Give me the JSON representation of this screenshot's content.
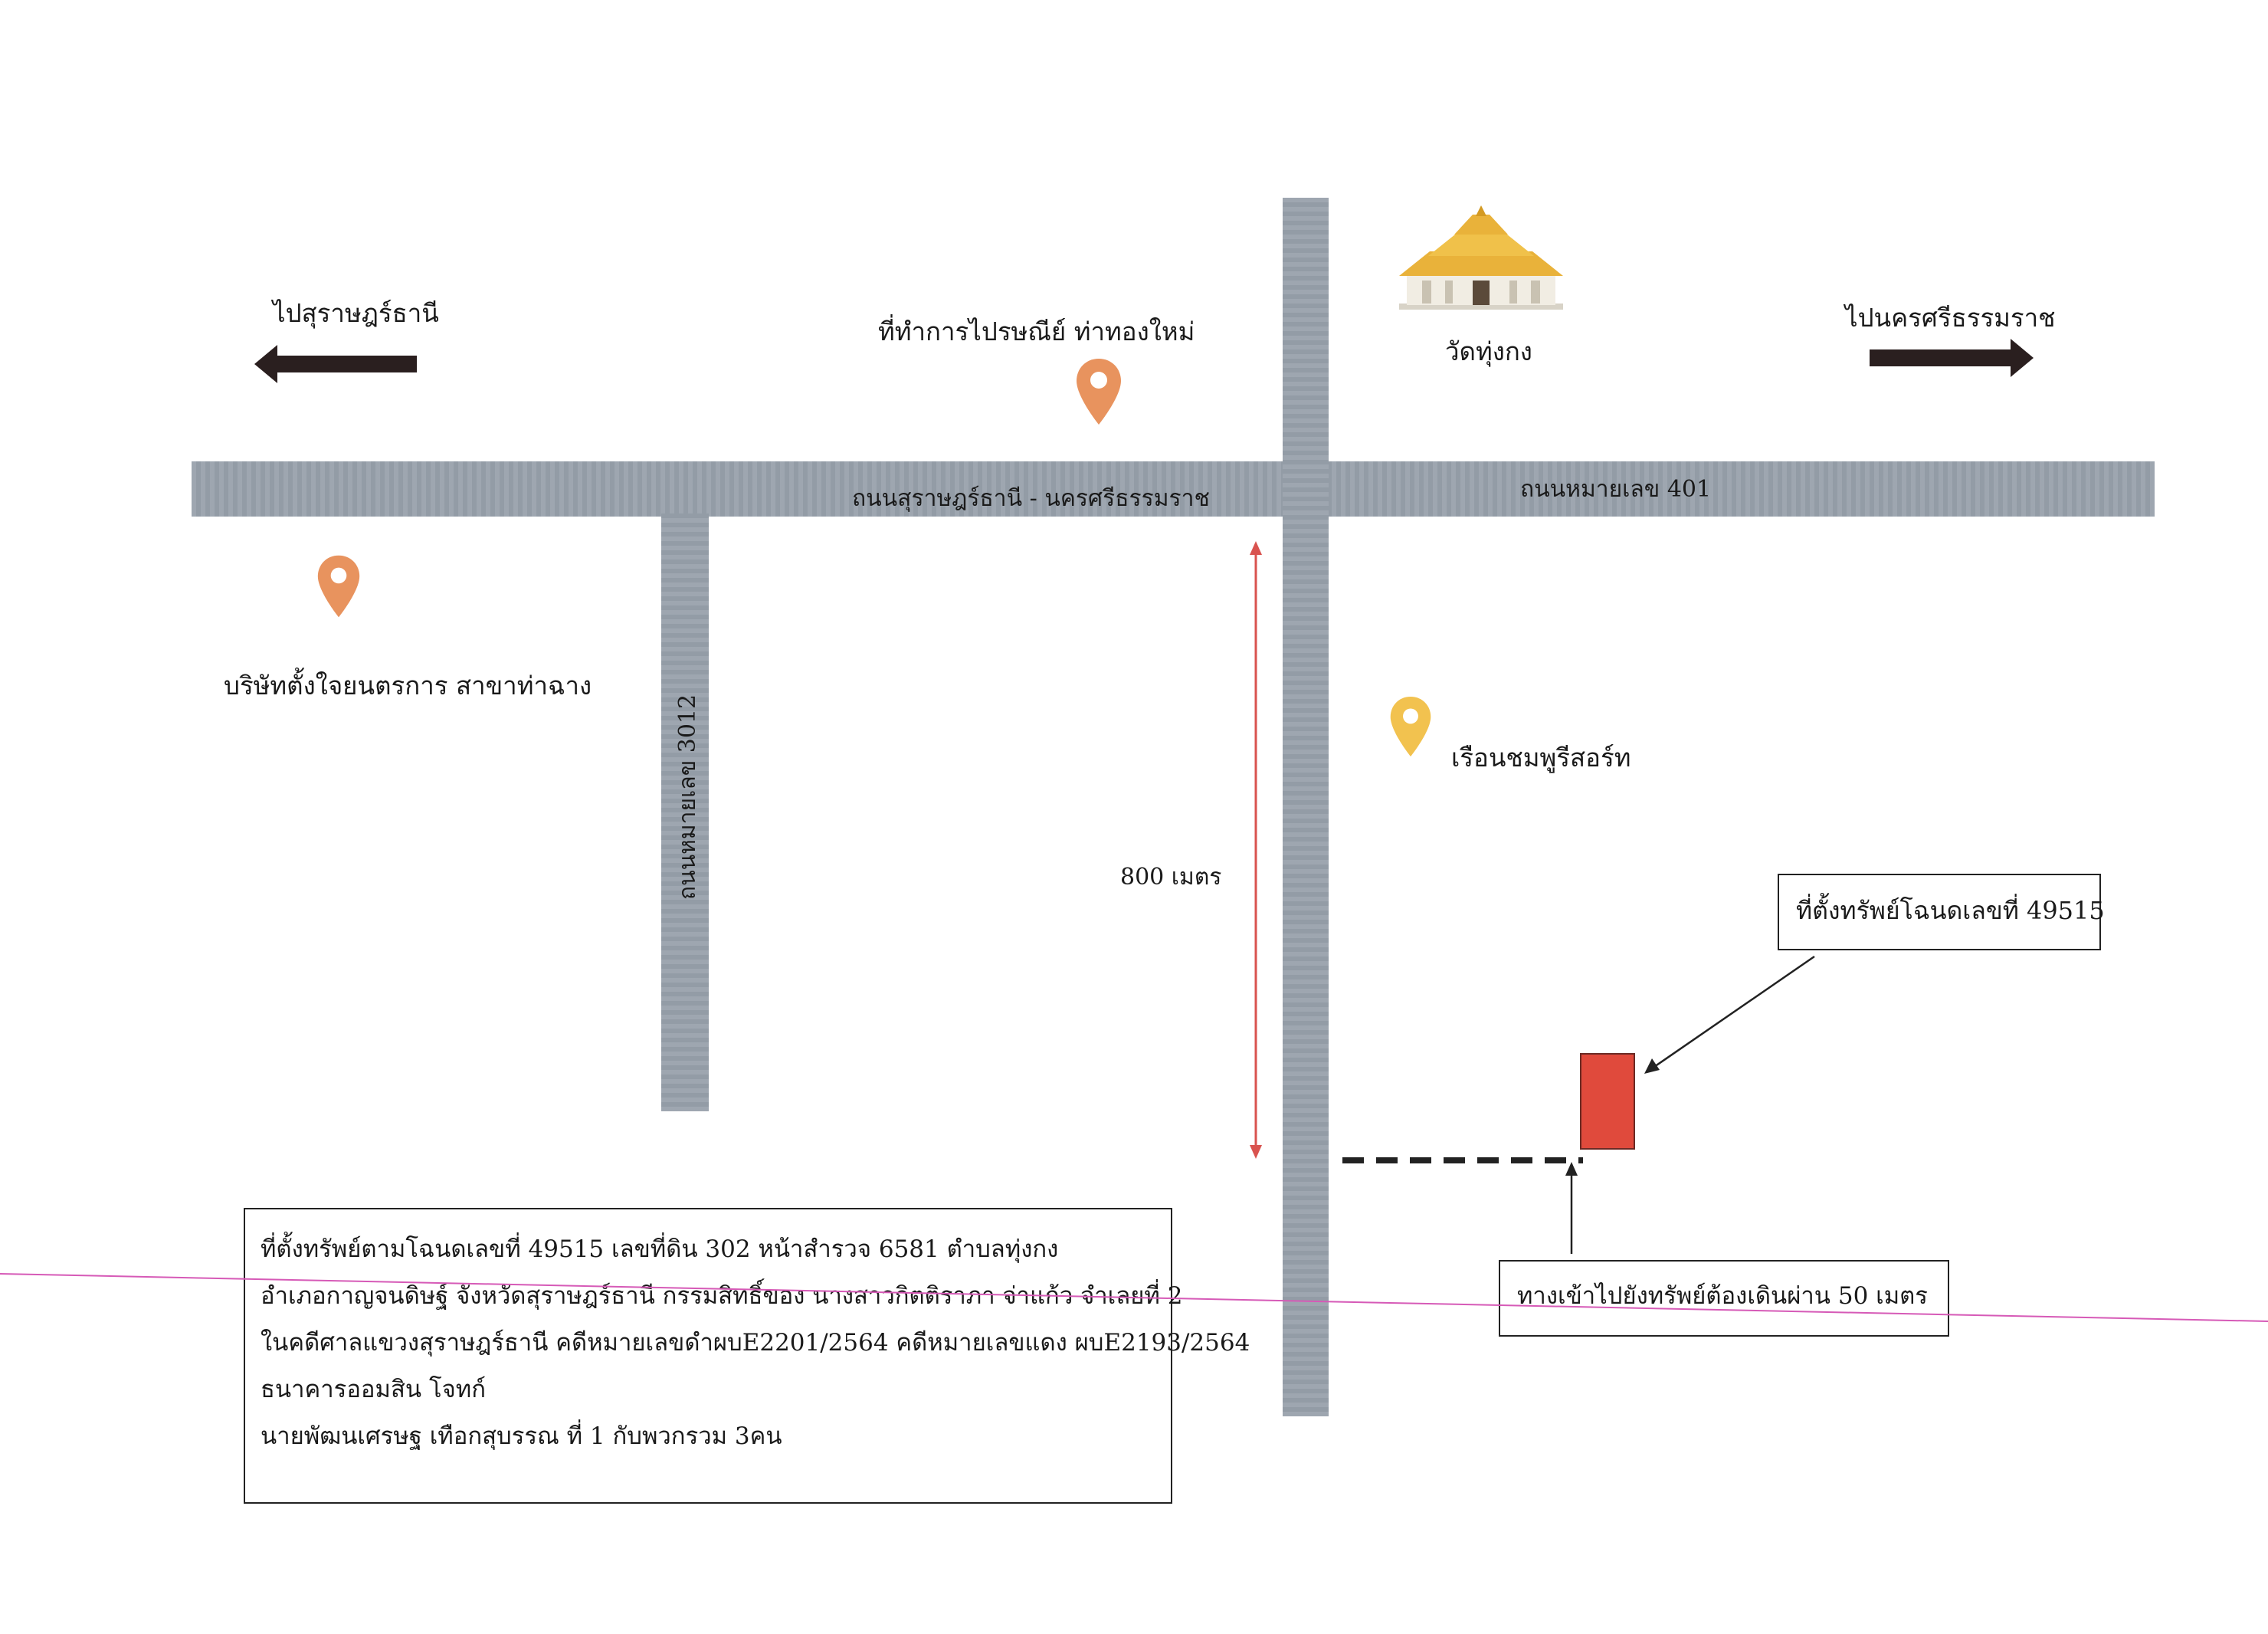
{
  "labels": {
    "to_surat": "ไปสุราษฎร์ธานี",
    "to_nakhon": "ไปนครศรีธรรมราช",
    "post_office": "ที่ทำการไปรษณีย์ ท่าทองใหม่",
    "temple": "วัดทุ่งกง",
    "main_road": "ถนนสุราษฎร์ธานี - นครศรีธรรมราช",
    "road_401": "ถนนหมายเลข 401",
    "road_3012": "ถนนหมายเลข 3012",
    "company": "บริษัทตั้งใจยนตรการ สาขาท่าฉาง",
    "resort": "เรือนชมพูรีสอร์ท",
    "distance": "800 เมตร",
    "property_box": "ที่ตั้งทรัพย์โฉนดเลขที่  49515",
    "access_box": "ทางเข้าไปยังทรัพย์ต้องเดินผ่าน 50 เมตร"
  },
  "notes": [
    "ที่ตั้งทรัพย์ตามโฉนดเลขที่  49515  เลขที่ดิน 302  หน้าสำรวจ 6581  ตำบลทุ่งกง",
    "อำเภอกาญจนดิษฐ์  จังหวัดสุราษฎร์ธานี กรรมสิทธิ์ของ  นางสาวกิตติราภา  จ่าแก้ว  จำเลยที่  2",
    "ในคดีศาลแขวงสุราษฎร์ธานี คดีหมายเลขดำผบE2201/2564  คดีหมายเลขแดง ผบE2193/2564",
    "ธนาคารออมสิน โจทก์",
    "นายพัฒนเศรษฐ  เทือกสุบรรณ  ที่  1  กับพวกรวม   3คน"
  ],
  "colors": {
    "road": "#98a1ab",
    "pin_orange": "#e8935e",
    "pin_yellow": "#f2c24f",
    "property": "#e04a3c",
    "distance_arrow": "#d9534f",
    "temple_gold": "#e9b23a"
  },
  "icons": [
    "arrow-left-icon",
    "arrow-right-icon",
    "map-pin-icon",
    "temple-icon"
  ]
}
